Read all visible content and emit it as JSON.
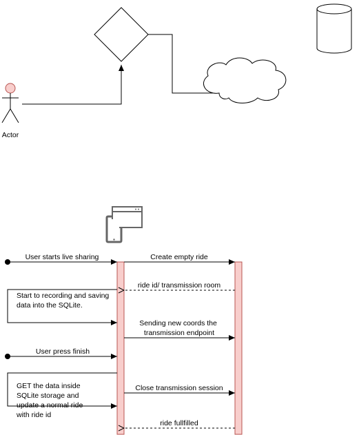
{
  "colors": {
    "stroke": "#000000",
    "actor_head_fill": "#f8cecc",
    "actor_head_stroke": "#b85450",
    "lifeline_fill": "#f8cecc",
    "lifeline_stroke": "#b85450",
    "icon_gray": "#666666"
  },
  "actor": {
    "label": "Actor"
  },
  "icons": [
    "browser-window-icon",
    "mobile-phone-icon",
    "database-icon",
    "cloud-icon",
    "decision-diamond"
  ],
  "messages": {
    "m1": "User starts live sharing",
    "m2": "Create empty ride",
    "m3": "ride id/ transmission room",
    "m4": [
      "Start to recording and saving",
      "data into the SQLite."
    ],
    "m5": [
      "Sending new coords the",
      "transmission endpoint"
    ],
    "m6": "User press finish",
    "m7": [
      "GET the data inside",
      "SQLite storage and",
      "update a normal ride",
      "with ride id"
    ],
    "m8": "Close transmission session",
    "m9": "ride fullfilled"
  }
}
